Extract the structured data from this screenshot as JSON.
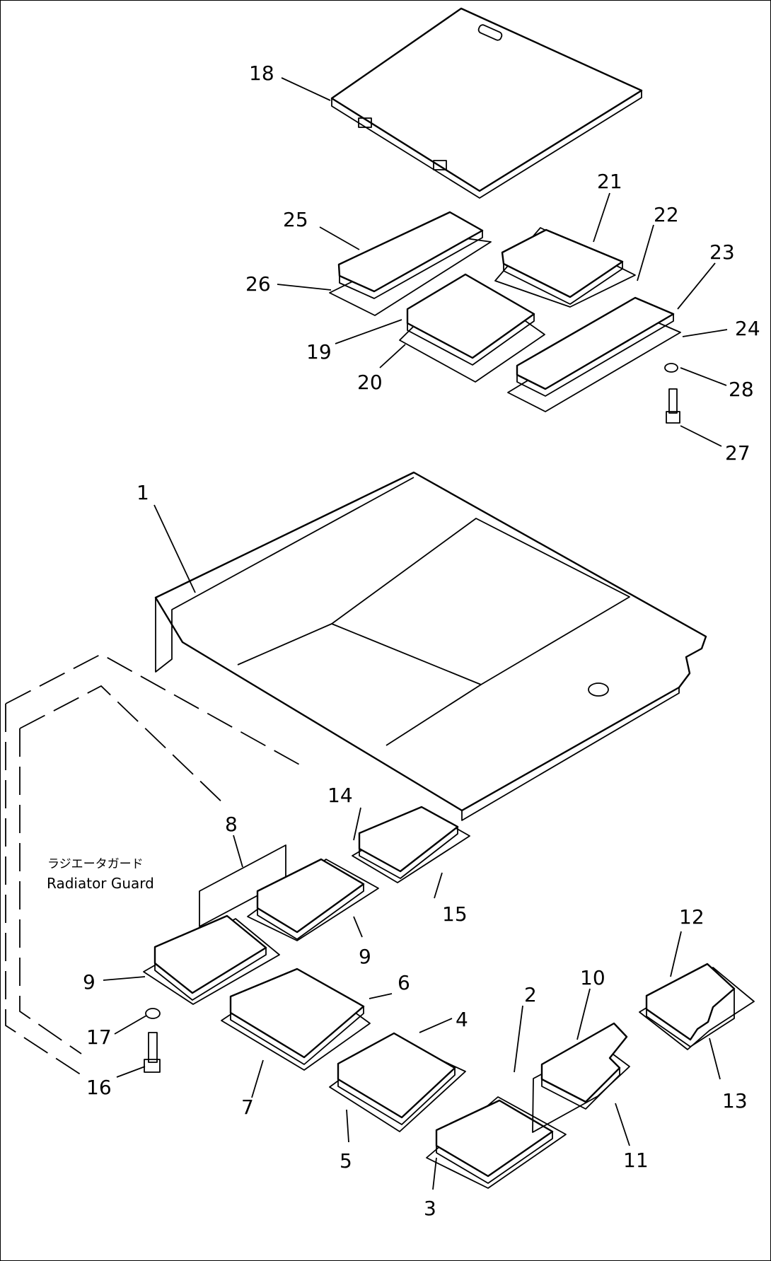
{
  "diagram": {
    "labels": {
      "n1": "1",
      "n2": "2",
      "n3": "3",
      "n4": "4",
      "n5": "5",
      "n6": "6",
      "n7": "7",
      "n8": "8",
      "n9a": "9",
      "n9b": "9",
      "n10": "10",
      "n11": "11",
      "n12": "12",
      "n13": "13",
      "n14": "14",
      "n15": "15",
      "n16": "16",
      "n17": "17",
      "n18": "18",
      "n19": "19",
      "n20": "20",
      "n21": "21",
      "n22": "22",
      "n23": "23",
      "n24": "24",
      "n25": "25",
      "n26": "26",
      "n27": "27",
      "n28": "28"
    },
    "note": {
      "japanese": "ラジエータガード",
      "english": "Radiator Guard"
    }
  }
}
